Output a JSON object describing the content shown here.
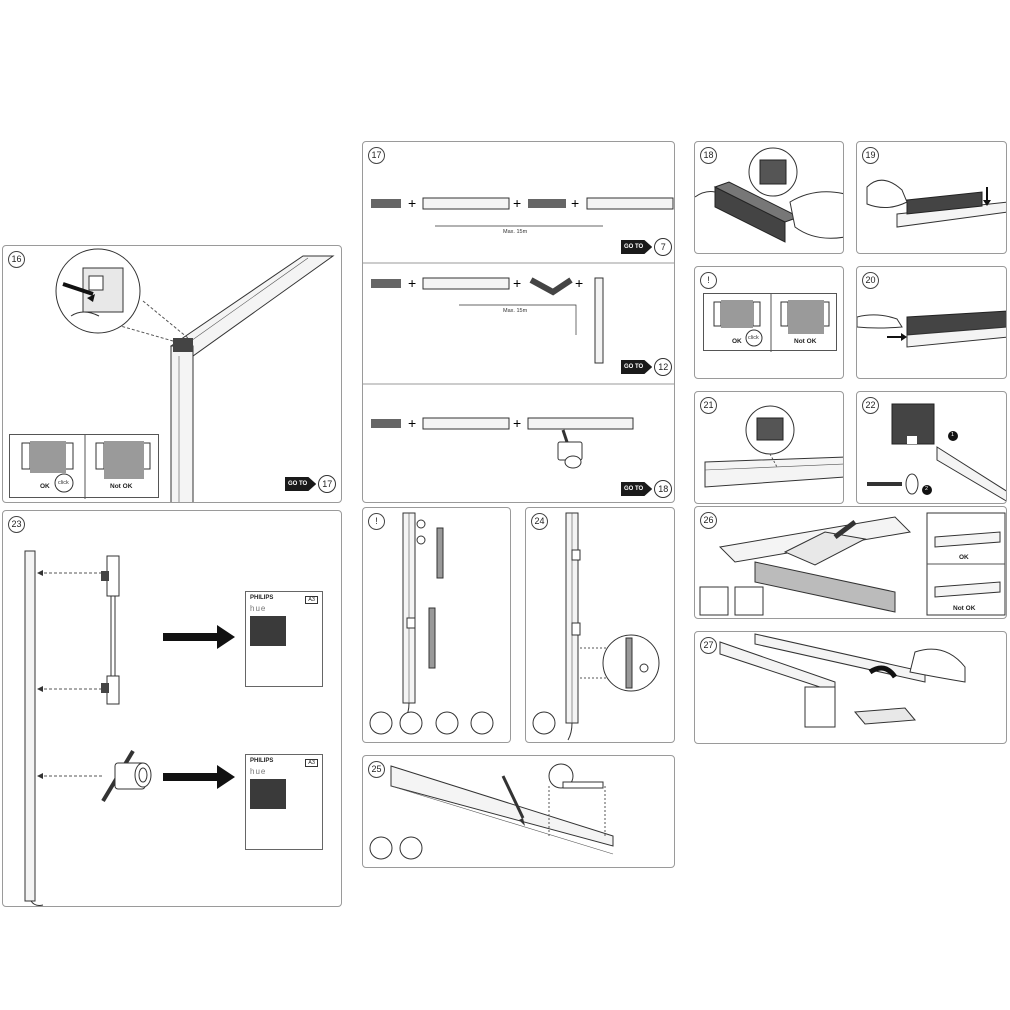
{
  "steps": {
    "s16": {
      "number": "16",
      "ok_label": "OK",
      "notok_label": "Not OK",
      "click_label": "click",
      "goto_label": "GO TO",
      "goto_target": "17"
    },
    "s17": {
      "number": "17",
      "max_label": "Max. 15m",
      "goto_label": "GO TO",
      "goto_a": "7",
      "goto_b": "12",
      "goto_c": "18"
    },
    "s18": {
      "number": "18"
    },
    "s19": {
      "number": "19"
    },
    "warn1": {
      "number": "!",
      "ok_label": "OK",
      "notok_label": "Not OK",
      "click_label": "click"
    },
    "s20": {
      "number": "20"
    },
    "s21": {
      "number": "21"
    },
    "s22": {
      "number": "22",
      "marker1": "1",
      "marker2": "2"
    },
    "s23": {
      "number": "23",
      "pkg_brand": "PHILIPS",
      "pkg_series": "hue",
      "pkg_tag": "A3"
    },
    "warn2": {
      "number": "!"
    },
    "s24": {
      "number": "24"
    },
    "s25": {
      "number": "25"
    },
    "s26": {
      "number": "26",
      "ok_label": "OK",
      "notok_label": "Not OK"
    },
    "s27": {
      "number": "27"
    }
  },
  "icons": [
    "plus-icon",
    "arrow-right-icon",
    "goto-arrow-icon",
    "hand-icon",
    "screwdriver-icon",
    "pencil-icon",
    "tape-measure-icon",
    "saw-icon",
    "rail-icon",
    "connector-icon",
    "spotlight-icon"
  ],
  "colors": {
    "line": "#333333",
    "fill_gray": "#9a9a9a",
    "border": "#9a9a9a",
    "dark": "#1a1a1a"
  }
}
